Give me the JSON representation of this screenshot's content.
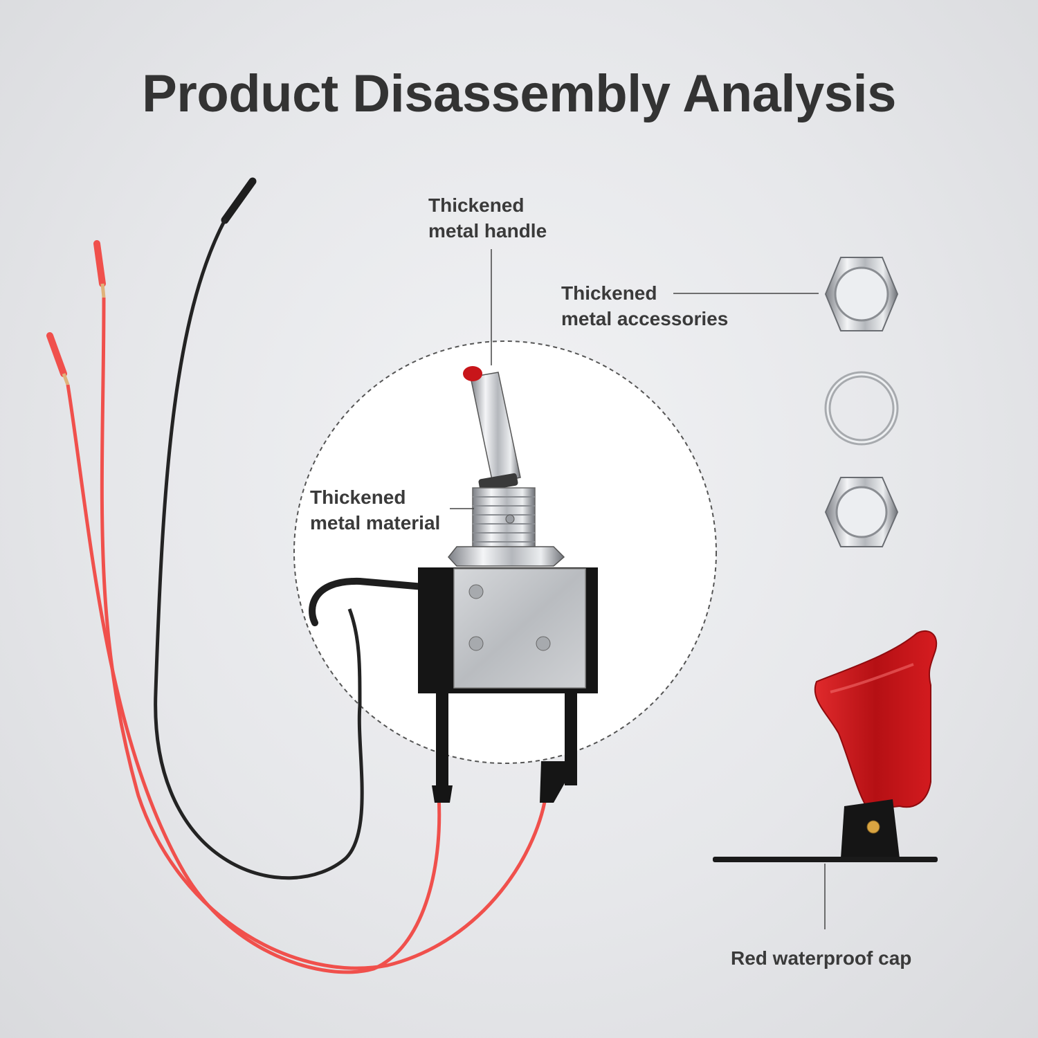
{
  "title": "Product Disassembly Analysis",
  "labels": {
    "handle": [
      "Thickened",
      "metal handle"
    ],
    "accessories": [
      "Thickened",
      "metal accessories"
    ],
    "material": [
      "Thickened",
      "metal material"
    ],
    "cap": "Red waterproof cap"
  },
  "colors": {
    "title_text": "#333333",
    "wire_red": "#f0504c",
    "wire_black": "#232323",
    "cap_red": "#c8161a",
    "metal": "#c9cbcf"
  },
  "icons": [
    "toggle-switch-icon",
    "hex-nut-icon",
    "washer-ring-icon",
    "safety-cap-icon"
  ]
}
